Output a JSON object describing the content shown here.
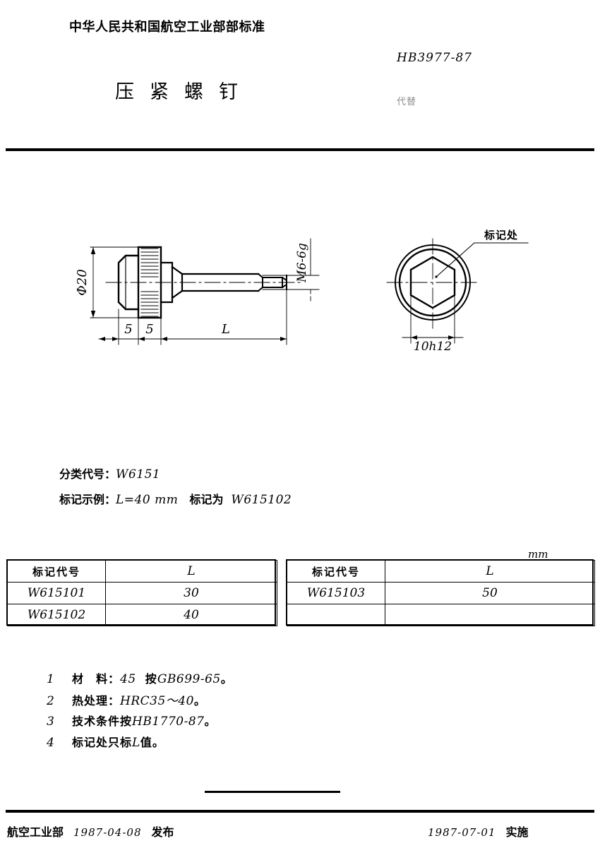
{
  "header": {
    "organization": "中华人民共和国航空工业部部标准",
    "standard_number": "HB3977-87",
    "replaces_label": "代替",
    "title": "压紧螺钉"
  },
  "drawing": {
    "dims": {
      "diameter_head": "Φ20",
      "head_thickness_1": "5",
      "head_thickness_2": "5",
      "length": "L",
      "thread": "M6-6g",
      "socket": "10h12"
    },
    "annotation_marking": "标记处"
  },
  "spec": {
    "class_code_label": "分类代号：",
    "class_code_value": "W6151",
    "example_label": "标记示例：",
    "example_dim": "L=40 mm",
    "example_mid": "标记为",
    "example_code": "W615102"
  },
  "table": {
    "unit": "mm",
    "headers": [
      "标记代号",
      "L"
    ],
    "left_rows": [
      [
        "W615101",
        "30"
      ],
      [
        "W615102",
        "40"
      ]
    ],
    "right_rows": [
      [
        "W615103",
        "50"
      ],
      [
        "",
        ""
      ]
    ]
  },
  "notes": [
    {
      "num": "1",
      "cn_a": "材　料：",
      "it": "45",
      "cn_b": "按",
      "it2": "GB699-65",
      "cn_c": "。"
    },
    {
      "num": "2",
      "cn_a": "热处理：",
      "it": "HRC35～40",
      "cn_b": "",
      "it2": "",
      "cn_c": "。"
    },
    {
      "num": "3",
      "cn_a": "技术条件按",
      "it": "HB1770-87",
      "cn_b": "",
      "it2": "",
      "cn_c": "。"
    },
    {
      "num": "4",
      "cn_a": "标记处只标",
      "it": "L",
      "cn_b": "值",
      "it2": "",
      "cn_c": "。"
    }
  ],
  "footer": {
    "issuer": "航空工业部",
    "issue_date": "1987-04-08",
    "issue_action": "发布",
    "effective_date": "1987-07-01",
    "effective_action": "实施"
  }
}
